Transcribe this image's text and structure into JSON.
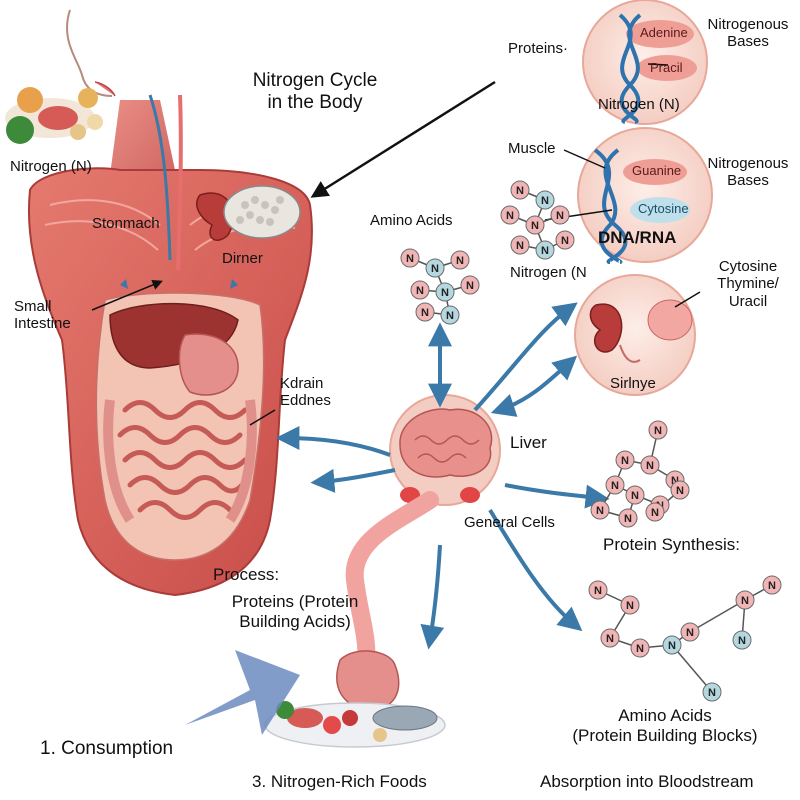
{
  "title": {
    "line1": "Nitrogen Cycle",
    "line2": "in the Body"
  },
  "labels": {
    "nitrogen_n_left": "Nitrogen (N)",
    "stonmach": "Stonmach",
    "dirner": "Dirner",
    "small_intestine": {
      "line1": "Small",
      "line2": "Intestine"
    },
    "kdrain": {
      "line1": "Kdrain",
      "line2": "Eddnes"
    },
    "amino_acids_top": "Amino Acids",
    "proteins_top": "Proteins·",
    "nitrogenous_bases_1": {
      "line1": "Nitrogenous",
      "line2": "Bases"
    },
    "muscle": "Muscle",
    "nitrogenous_bases_2": {
      "line1": "Nitrogenous",
      "line2": "Bases"
    },
    "nitrogen_n_mid": "Nitrogen (N",
    "cytosine_right": {
      "line1": "Cytosine",
      "line2": "Thymine/",
      "line3": "Uracil"
    },
    "liver": "Liver",
    "general_cells": "General Cells",
    "protein_synthesis": "Protein Synthesis:",
    "process": "Process:",
    "proteins_building": {
      "line1": "Proteins (Protein",
      "line2": "Building Acids)"
    },
    "amino_acids_bottom": {
      "line1": "Amino Acids",
      "line2": "(Protein Building Blocks)"
    },
    "consumption": "1. Consumption",
    "nitrogen_rich_foods": "3. Nitrogen-Rich Foods",
    "absorption": "Absorption into Bloodstream"
  },
  "circles": {
    "c1": {
      "adenine": "Adenine",
      "pracil": "Pracil",
      "nitrogen": "Nitrogen (N)"
    },
    "c2": {
      "guanine": "Guanine",
      "cytosine": "Cytosine",
      "dna_rna": "DNA/RNA"
    },
    "c3": {
      "sirlnye": "Sirlnye"
    }
  },
  "molecule_letter": "N",
  "colors": {
    "arrow": "#3b79a8",
    "muscle": "#d9625c",
    "muscle_dark": "#b8403d",
    "circle_fill": "#f8dcd4",
    "circle_border": "#e7a89a",
    "node_red": "#f2b5b5",
    "node_teal": "#b5d8e0"
  }
}
